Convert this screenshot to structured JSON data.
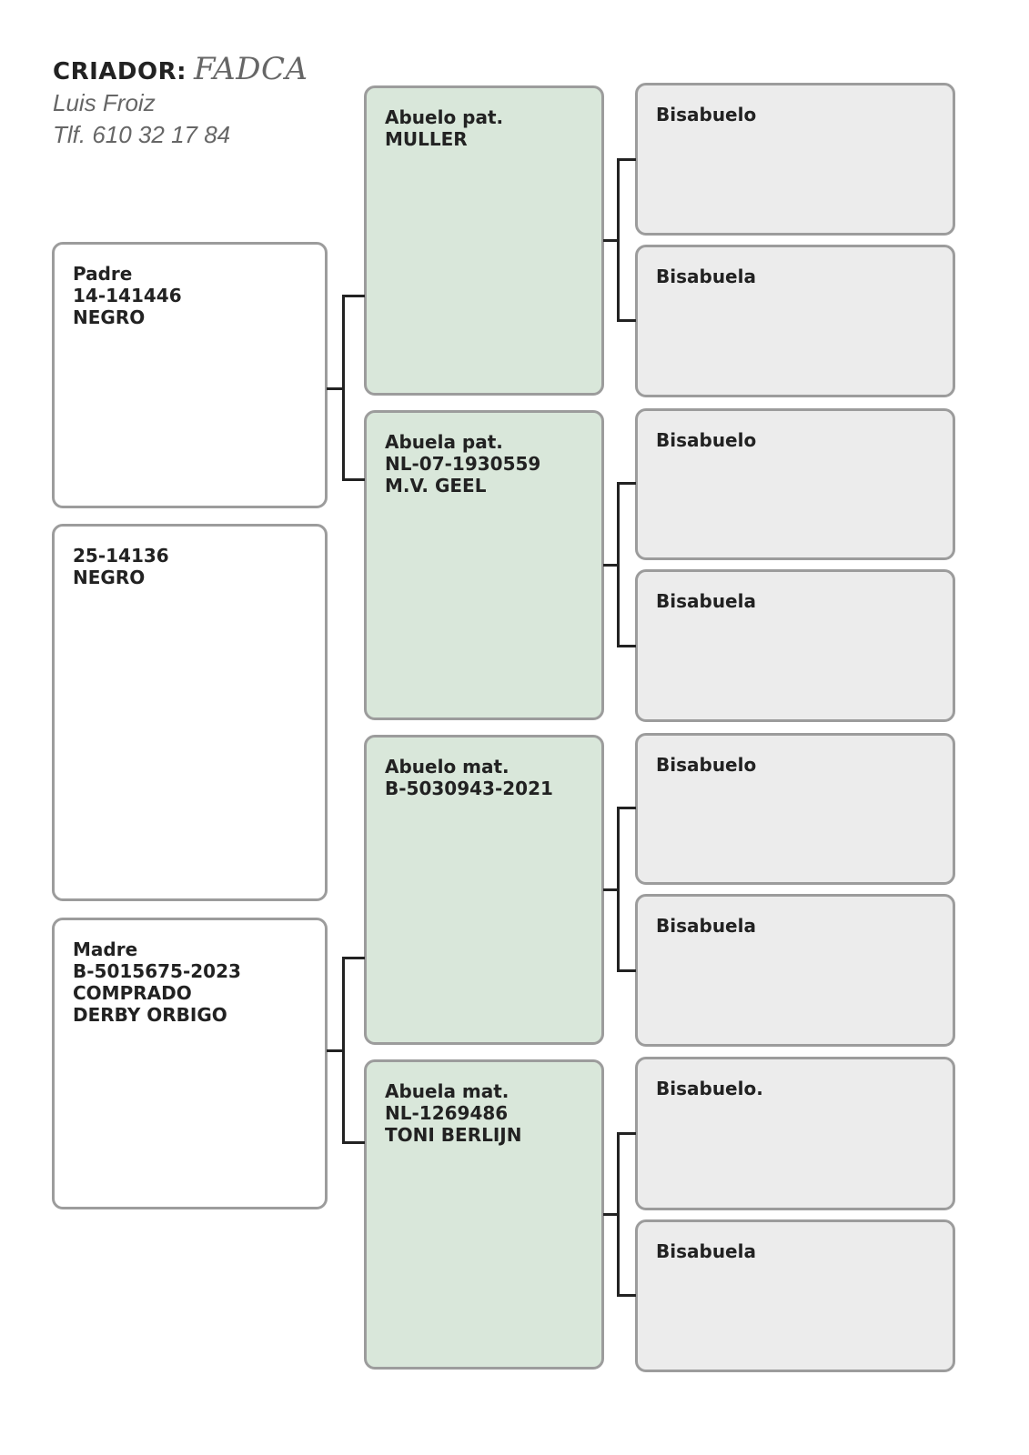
{
  "header": {
    "breeder_label": "CRIADOR:",
    "breeder_name": "FADCA",
    "owner": "Luis Froiz",
    "phone": "Tlf. 610 32 17 84"
  },
  "parents": [
    {
      "lines": [
        "Padre",
        "14-141446",
        "NEGRO"
      ]
    },
    {
      "lines": [
        "25-14136",
        "NEGRO"
      ]
    },
    {
      "lines": [
        "Madre",
        "B-5015675-2023",
        "COMPRADO",
        "DERBY ORBIGO"
      ]
    }
  ],
  "grandparents": [
    {
      "lines": [
        "Abuelo pat.",
        "MULLER"
      ]
    },
    {
      "lines": [
        "Abuela pat.",
        "NL-07-1930559",
        "M.V. GEEL"
      ]
    },
    {
      "lines": [
        "Abuelo mat.",
        "B-5030943-2021"
      ]
    },
    {
      "lines": [
        "Abuela mat.",
        "NL-1269486",
        "TONI BERLIJN"
      ]
    }
  ],
  "great_grandparents": [
    {
      "label": "Bisabuelo"
    },
    {
      "label": "Bisabuela"
    },
    {
      "label": "Bisabuelo"
    },
    {
      "label": "Bisabuela"
    },
    {
      "label": "Bisabuelo"
    },
    {
      "label": "Bisabuela"
    },
    {
      "label": "Bisabuelo."
    },
    {
      "label": "Bisabuela"
    }
  ]
}
